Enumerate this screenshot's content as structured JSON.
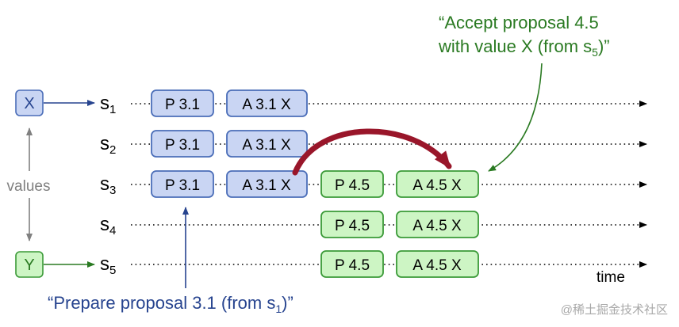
{
  "servers": [
    {
      "id": "s1",
      "letter": "s",
      "sub": "1"
    },
    {
      "id": "s2",
      "letter": "s",
      "sub": "2"
    },
    {
      "id": "s3",
      "letter": "s",
      "sub": "3"
    },
    {
      "id": "s4",
      "letter": "s",
      "sub": "4"
    },
    {
      "id": "s5",
      "letter": "s",
      "sub": "5"
    }
  ],
  "values": {
    "x_label": "X",
    "y_label": "Y",
    "caption": "values"
  },
  "boxes": {
    "p31": "P 3.1",
    "a31": "A 3.1 X",
    "p45": "P 4.5",
    "a45": "A 4.5 X"
  },
  "time_label": "time",
  "annotation_accept": {
    "line1": "“Accept proposal 4.5",
    "line2_pre": "with value X (from s",
    "line2_sub": "5",
    "line2_post": ")”"
  },
  "annotation_prepare": {
    "pre": "“Prepare proposal 3.1 (from s",
    "sub": "1",
    "post": ")”"
  },
  "watermark": "@稀土掘金技术社区",
  "colors": {
    "blue_fill": "#c9d5f3",
    "blue_stroke": "#4a6db8",
    "green_fill": "#cdf5c4",
    "green_stroke": "#3a9a37",
    "dark_red": "#99162a",
    "dark_blue": "#27448f",
    "dark_green": "#2a7a22",
    "gray": "#808080"
  }
}
